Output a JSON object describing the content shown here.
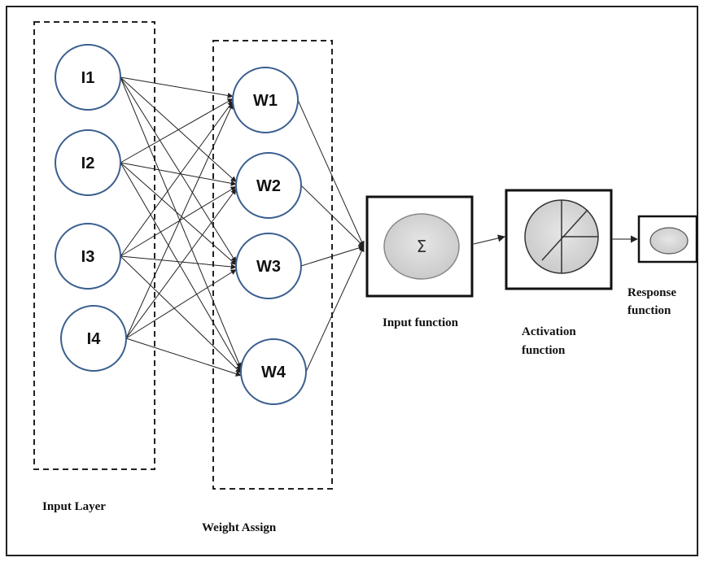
{
  "input_layer": {
    "caption": "Input Layer",
    "nodes": [
      "I1",
      "I2",
      "I3",
      "I4"
    ]
  },
  "weight_assign": {
    "caption": "Weight Assign",
    "nodes": [
      "W1",
      "W2",
      "W3",
      "W4"
    ]
  },
  "input_function": {
    "caption": "Input function",
    "symbol": "Σ"
  },
  "activation_function": {
    "caption_line1": "Activation",
    "caption_line2": "function"
  },
  "response_function": {
    "caption_line1": "Response",
    "caption_line2": "function"
  },
  "colors": {
    "circle_stroke": "#3a5f8f",
    "line": "#222222",
    "node_fill_gray": "#d9d9d9"
  }
}
